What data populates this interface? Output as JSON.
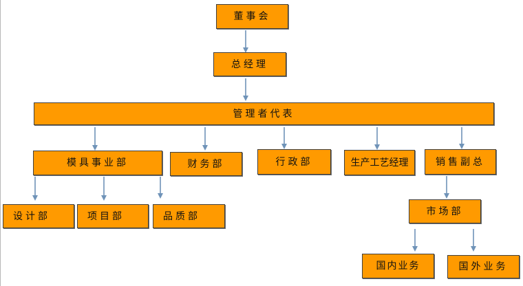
{
  "colors": {
    "box_fill": "#ff9a00",
    "box_border": "#3f3f3f",
    "arrow": "#6f93b8"
  },
  "nodes": {
    "board": "董事会",
    "gm": "总经理",
    "mgmt_rep": "管理者代表",
    "mold_division": "模具事业部",
    "finance": "财务部",
    "admin": "行政部",
    "production_mgr": "生产工艺经理",
    "sales_vp": "销售副总",
    "design": "设计部",
    "project": "项目部",
    "quality": "品质部",
    "market": "市场部",
    "domestic": "国内业务",
    "overseas": "国外业务"
  }
}
